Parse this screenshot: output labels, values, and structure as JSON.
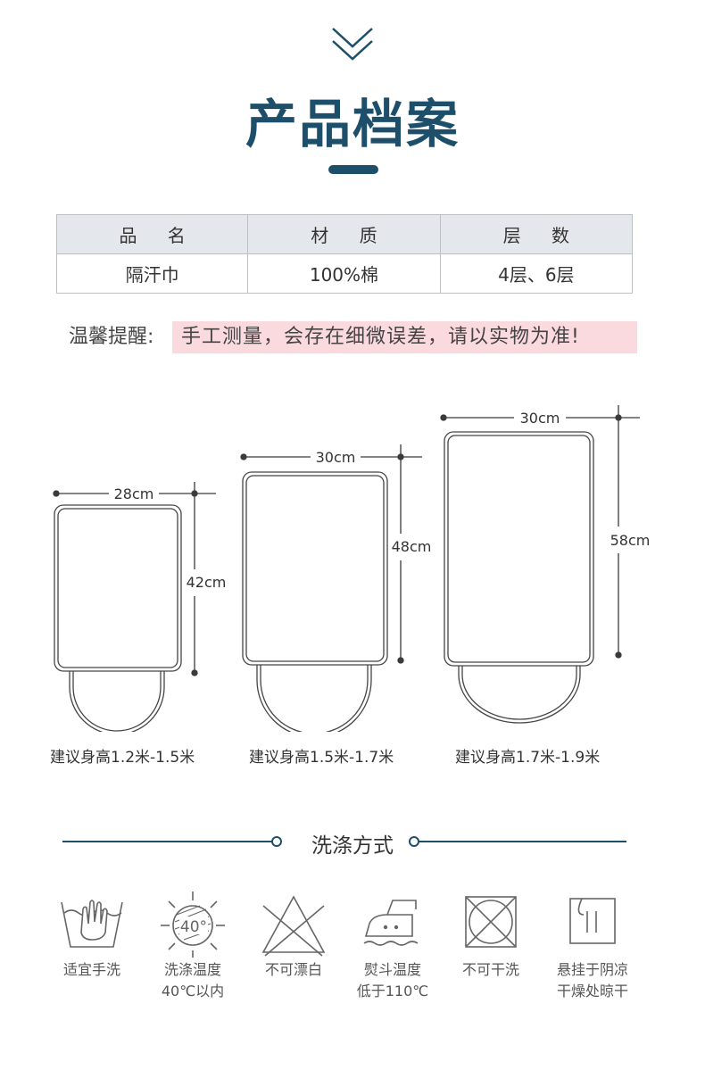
{
  "title": "产品档案",
  "spec_table": {
    "headers": [
      "品 名",
      "材 质",
      "层 数"
    ],
    "values": [
      "隔汗巾",
      "100%棉",
      "4层、6层"
    ]
  },
  "tip": {
    "label": "温馨提醒:",
    "text": "手工测量，会存在细微误差，请以实物为准!"
  },
  "sizes": [
    {
      "width": "28cm",
      "height": "42cm",
      "recommend": "建议身高1.2米-1.5米"
    },
    {
      "width": "30cm",
      "height": "48cm",
      "recommend": "建议身高1.5米-1.7米"
    },
    {
      "width": "30cm",
      "height": "58cm",
      "recommend": "建议身高1.7米-1.9米"
    }
  ],
  "wash": {
    "title": "洗涤方式",
    "items": [
      {
        "icon": "hand-wash-icon",
        "line1": "适宜手洗",
        "line2": ""
      },
      {
        "icon": "wash-temperature-icon",
        "line1": "洗涤温度",
        "line2": "40℃以内",
        "badge": "40°"
      },
      {
        "icon": "no-bleach-icon",
        "line1": "不可漂白",
        "line2": ""
      },
      {
        "icon": "iron-icon",
        "line1": "熨斗温度",
        "line2": "低于110℃"
      },
      {
        "icon": "no-dry-clean-icon",
        "line1": "不可干洗",
        "line2": ""
      },
      {
        "icon": "hang-dry-icon",
        "line1": "悬挂于阴凉",
        "line2": "干燥处晾干"
      }
    ]
  }
}
